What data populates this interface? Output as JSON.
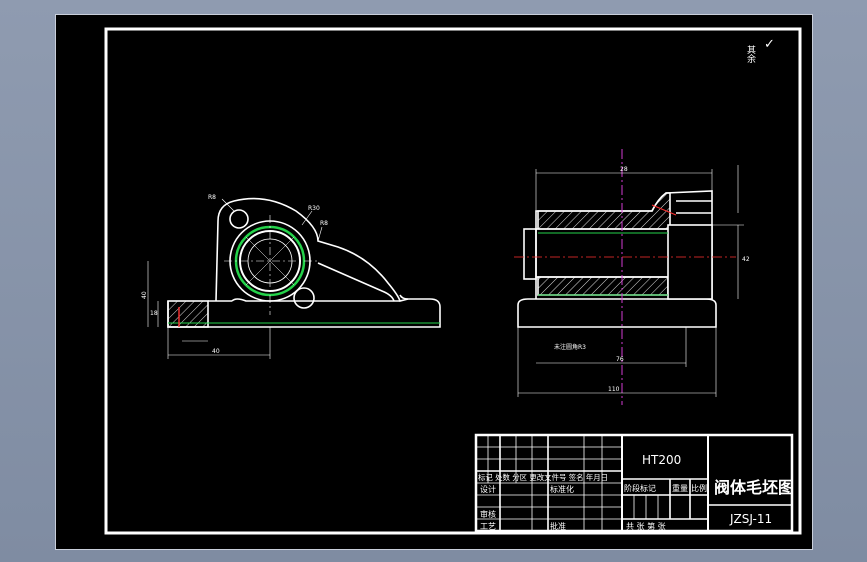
{
  "title_block": {
    "material": "HT200",
    "drawing_name": "阀体毛坯图",
    "drawing_number": "JZSJ-11",
    "row_revision": "标记 处数 分区 更改文件号 签名 年月日",
    "designer_label": "设计",
    "standardize_label": "标准化",
    "stage_mark_label": "阶段标记",
    "weight_label": "重量",
    "scale_label": "比例",
    "review_label": "审核",
    "craft_label": "工艺",
    "approve_label": "批准",
    "sheet_label": "共  张  第  张"
  },
  "surface_note": {
    "text": "其余",
    "symbol": "✓"
  },
  "front_view": {
    "dim_r_top": "R8",
    "dim_r_right": "R30",
    "dim_r_side": "R8",
    "dim_height": "40",
    "dim_base": "18",
    "dim_bottom": "40"
  },
  "side_view": {
    "dim_top": "28",
    "dim_length": "110",
    "dim_inner": "76",
    "dim_note": "未注圆角R3",
    "dim_right": "42"
  },
  "colors": {
    "line": "#ffffff",
    "hatch": "#e0e0e0",
    "center": "#d23bd2",
    "green": "#24d24a",
    "red": "#ff3030"
  }
}
